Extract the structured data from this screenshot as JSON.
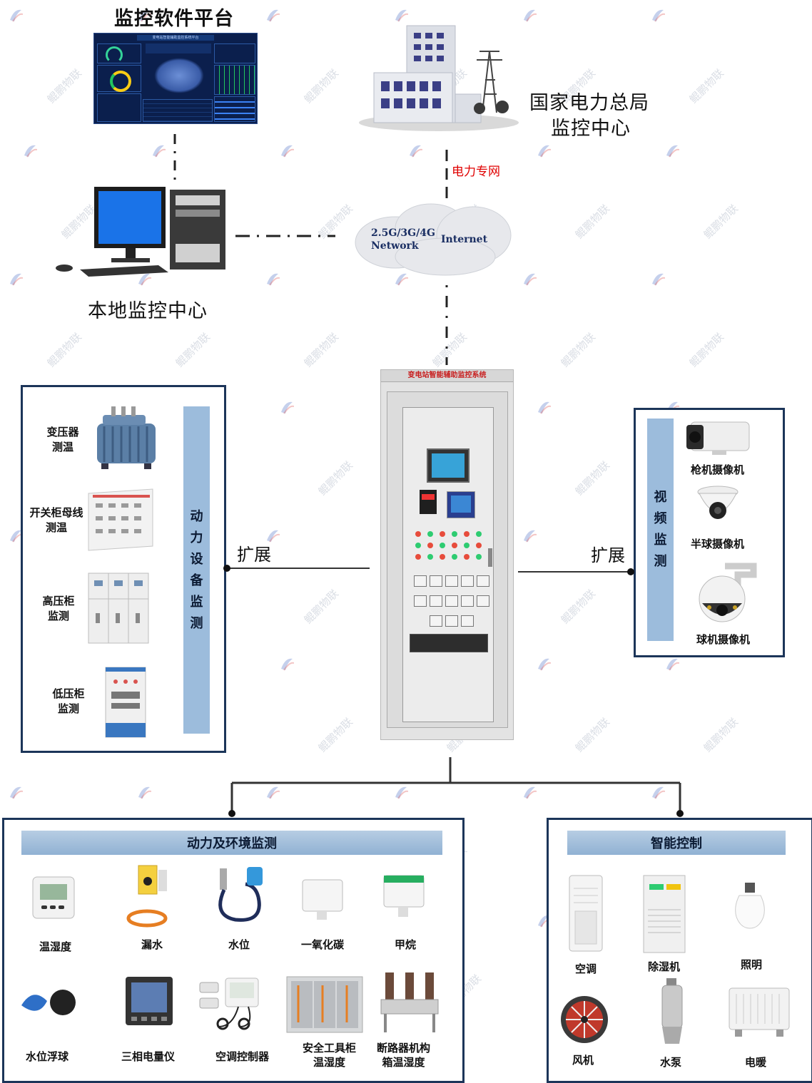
{
  "top": {
    "software_platform": "监控软件平台",
    "software_screen_title": "变电站智能辅助监控系统平台",
    "national_center_line1": "国家电力总局",
    "national_center_line2": "监控中心",
    "power_network": "电力专网",
    "cloud_network": "2.5G/3G/4G\nNetwork",
    "cloud_internet": "Internet",
    "local_center": "本地监控中心"
  },
  "cabinet": {
    "title": "变电站智能辅助监控系统"
  },
  "left_box": {
    "bar_label": "动力设备监测",
    "items": [
      {
        "label": "变压器\n测温"
      },
      {
        "label": "开关柜母线\n测温"
      },
      {
        "label": "高压柜\n监测"
      },
      {
        "label": "低压柜\n监测"
      }
    ]
  },
  "right_box": {
    "bar_label": "视频监测",
    "items": [
      {
        "label": "枪机摄像机"
      },
      {
        "label": "半球摄像机"
      },
      {
        "label": "球机摄像机"
      }
    ]
  },
  "expand_left": "扩展",
  "expand_right": "扩展",
  "bottom_left": {
    "title": "动力及环境监测",
    "row1": [
      "温湿度",
      "漏水",
      "水位",
      "一氧化碳",
      "甲烷"
    ],
    "row2": [
      "水位浮球",
      "三相电量仪",
      "空调控制器",
      "安全工具柜\n温湿度",
      "断路器机构\n箱温湿度"
    ]
  },
  "bottom_right": {
    "title": "智能控制",
    "row1": [
      "空调",
      "除湿机",
      "照明"
    ],
    "row2": [
      "风机",
      "水泵",
      "电暖"
    ]
  },
  "watermark": "鲲鹏物联",
  "colors": {
    "box_border": "#1c3559",
    "bar_fill": "#9cbcdc",
    "power_network_text": "#e00000"
  }
}
